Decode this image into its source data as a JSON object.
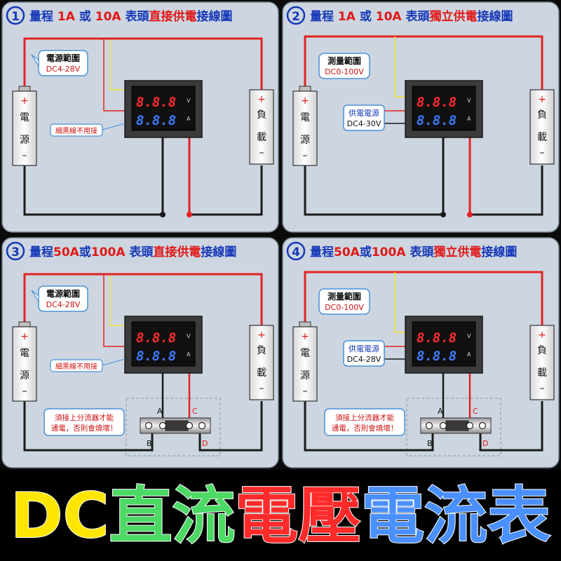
{
  "colors": {
    "panel_bg": "#cdd6e0",
    "wire_red": "#e32222",
    "wire_black": "#1a1a1a",
    "wire_yellow": "#f2e233",
    "title_blue": "#1638b8",
    "title_red": "#e01818",
    "banner_bg": "#000000",
    "banner_dc": "#ffe600",
    "banner_green": "#4cd964",
    "banner_red": "#ff2a2a",
    "banner_blue": "#4a90ff"
  },
  "panels": [
    {
      "num": "1",
      "title": [
        {
          "text": "量程 ",
          "color": "blue"
        },
        {
          "text": "1A",
          "color": "red"
        },
        {
          "text": " 或 ",
          "color": "blue"
        },
        {
          "text": "10A",
          "color": "red"
        },
        {
          "text": " 表頭",
          "color": "blue"
        },
        {
          "text": "直接供電",
          "color": "red"
        },
        {
          "text": "接線圖",
          "color": "blue"
        }
      ],
      "range_label": "電源範圍",
      "range_value": "DC4-28V",
      "side_note": "細黑線不用接",
      "supply_label": "",
      "supply_value": "",
      "shunt": false
    },
    {
      "num": "2",
      "title": [
        {
          "text": "量程 ",
          "color": "blue"
        },
        {
          "text": "1A",
          "color": "red"
        },
        {
          "text": " 或 ",
          "color": "blue"
        },
        {
          "text": "10A",
          "color": "red"
        },
        {
          "text": " 表頭",
          "color": "blue"
        },
        {
          "text": "獨立供電",
          "color": "red"
        },
        {
          "text": "接線圖",
          "color": "blue"
        }
      ],
      "range_label": "測量範圍",
      "range_value": "DC0-100V",
      "side_note": "",
      "supply_label": "供電電源",
      "supply_value": "DC4-30V",
      "shunt": false
    },
    {
      "num": "3",
      "title": [
        {
          "text": "量程",
          "color": "blue"
        },
        {
          "text": "50A",
          "color": "red"
        },
        {
          "text": "或",
          "color": "blue"
        },
        {
          "text": "100A",
          "color": "red"
        },
        {
          "text": " 表頭",
          "color": "blue"
        },
        {
          "text": "直接供電",
          "color": "red"
        },
        {
          "text": "接線圖",
          "color": "blue"
        }
      ],
      "range_label": "電源範圍",
      "range_value": "DC4-28V",
      "side_note": "細黑線不用接",
      "supply_label": "",
      "supply_value": "",
      "shunt": true
    },
    {
      "num": "4",
      "title": [
        {
          "text": "量程",
          "color": "blue"
        },
        {
          "text": "50A",
          "color": "red"
        },
        {
          "text": "或",
          "color": "blue"
        },
        {
          "text": "100A",
          "color": "red"
        },
        {
          "text": " 表頭",
          "color": "blue"
        },
        {
          "text": "獨立供電",
          "color": "red"
        },
        {
          "text": "接線圖",
          "color": "blue"
        }
      ],
      "range_label": "測量範圍",
      "range_value": "DC0-100V",
      "side_note": "",
      "supply_label": "供電電源",
      "supply_value": "DC4-28V",
      "shunt": true
    }
  ],
  "source_label": {
    "plus": "+",
    "char1": "電",
    "char2": "源",
    "minus": "–"
  },
  "load_label": {
    "plus": "+",
    "char1": "負",
    "char2": "載",
    "minus": "–"
  },
  "meter": {
    "digits": "8.8.8",
    "unit_v": "V",
    "unit_a": "A"
  },
  "shunt_note": {
    "line1": "須接上分流器才能",
    "line2": "通電，否則會燒壞！"
  },
  "shunt_terminals": {
    "a": "A",
    "b": "B",
    "c": "C",
    "d": "D"
  },
  "banner": [
    {
      "text": "DC",
      "color": "dc"
    },
    {
      "text": "直流",
      "color": "green"
    },
    {
      "text": "電壓",
      "color": "red"
    },
    {
      "text": "電流表",
      "color": "blue"
    }
  ]
}
